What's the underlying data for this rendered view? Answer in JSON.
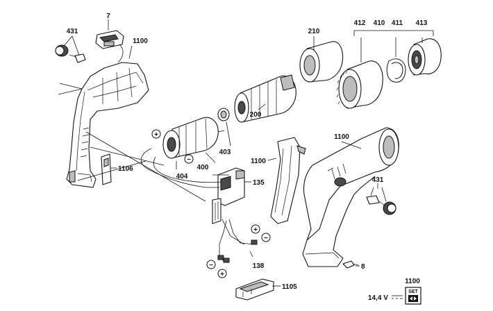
{
  "callouts": {
    "p7": "7",
    "p431_top": "431",
    "p1100_top": "1100",
    "p210": "210",
    "p412": "412",
    "p410": "410",
    "p411": "411",
    "p413": "413",
    "p200": "200",
    "p1100_right": "1100",
    "p1100_grip": "1100",
    "p403": "403",
    "p400": "400",
    "p404": "404",
    "p1106": "1106",
    "p135": "135",
    "p431_right": "431",
    "p8": "8",
    "p138": "138",
    "p1105": "1105",
    "p1100_bottom": "1100"
  },
  "polarity": {
    "plus": "+",
    "minus": "−"
  },
  "spec": {
    "voltage": "14,4 V",
    "set_label": "SET"
  }
}
